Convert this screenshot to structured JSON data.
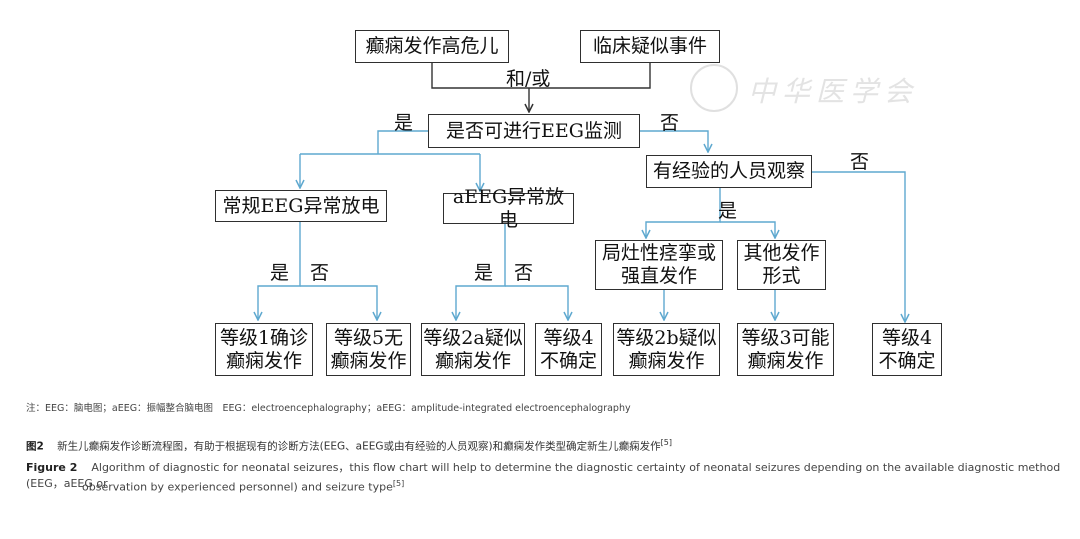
{
  "diagram": {
    "boxes": {
      "high_risk": "癫痫发作高危儿",
      "clinical_event": "临床疑似事件",
      "eeg_possible": "是否可进行EEG监测",
      "conventional_eeg": "常规EEG异常放电",
      "aeeg": "aEEG异常放电",
      "observer": "有经验的人员观察",
      "focal_clonic": "局灶性痉挛或\n强直发作",
      "other_forms": "其他发作\n形式",
      "level1": "等级1确诊\n癫痫发作",
      "level5": "等级5无\n癫痫发作",
      "level2a": "等级2a疑似\n癫痫发作",
      "level4_a": "等级4\n不确定",
      "level2b": "等级2b疑似\n癫痫发作",
      "level3": "等级3可能\n癫痫发作",
      "level4_b": "等级4\n不确定"
    },
    "labels": {
      "and_or": "和/或",
      "yes": "是",
      "no": "否"
    },
    "colors": {
      "arrow": "#5fa9cf",
      "box_border": "#2f2f2f"
    }
  },
  "watermark": "中华医学会",
  "note": "注：EEG：脑电图；aEEG：振幅整合脑电图　EEG：electroencephalography；aEEG：amplitude-integrated electroencephalography",
  "caption": {
    "cn_label": "图2",
    "cn_text": "新生儿癫痫发作诊断流程图，有助于根据现有的诊断方法(EEG、aEEG或由有经验的人员观察)和癫痫发作类型确定新生儿癫痫发作",
    "ref": "[5]",
    "en_label": "Figure 2",
    "en_line1": "Algorithm of diagnostic for neonatal seizures，this flow chart will help to determine the diagnostic certainty of neonatal seizures depending on the available diagnostic method (EEG，aEEG or",
    "en_line2": "observation by experienced personnel) and seizure type"
  }
}
